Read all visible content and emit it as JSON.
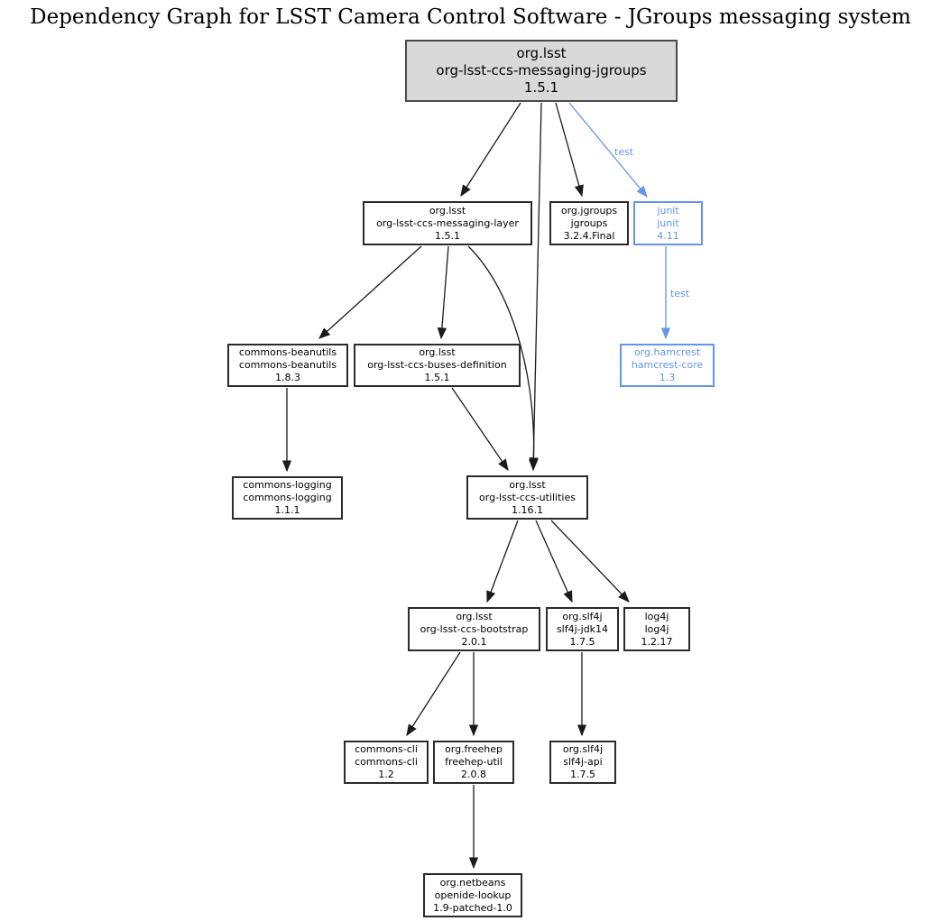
{
  "title": "Dependency Graph for LSST Camera Control Software - JGroups messaging system",
  "colors": {
    "test_scope": "#6495ed",
    "edge": "#1a1a1a",
    "node_fill": "#ffffff",
    "root_fill": "#d9d9d9"
  },
  "nodes": {
    "messaging_jgroups": {
      "group": "org.lsst",
      "artifact": "org-lsst-ccs-messaging-jgroups",
      "version": "1.5.1"
    },
    "messaging_layer": {
      "group": "org.lsst",
      "artifact": "org-lsst-ccs-messaging-layer",
      "version": "1.5.1"
    },
    "jgroups": {
      "group": "org.jgroups",
      "artifact": "jgroups",
      "version": "3.2.4.Final"
    },
    "junit": {
      "group": "junit",
      "artifact": "junit",
      "version": "4.11"
    },
    "hamcrest_core": {
      "group": "org.hamcrest",
      "artifact": "hamcrest-core",
      "version": "1.3"
    },
    "commons_beanutils": {
      "group": "commons-beanutils",
      "artifact": "commons-beanutils",
      "version": "1.8.3"
    },
    "buses_definition": {
      "group": "org.lsst",
      "artifact": "org-lsst-ccs-buses-definition",
      "version": "1.5.1"
    },
    "commons_logging": {
      "group": "commons-logging",
      "artifact": "commons-logging",
      "version": "1.1.1"
    },
    "utilities": {
      "group": "org.lsst",
      "artifact": "org-lsst-ccs-utilities",
      "version": "1.16.1"
    },
    "bootstrap": {
      "group": "org.lsst",
      "artifact": "org-lsst-ccs-bootstrap",
      "version": "2.0.1"
    },
    "slf4j_jdk14": {
      "group": "org.slf4j",
      "artifact": "slf4j-jdk14",
      "version": "1.7.5"
    },
    "log4j": {
      "group": "log4j",
      "artifact": "log4j",
      "version": "1.2.17"
    },
    "commons_cli": {
      "group": "commons-cli",
      "artifact": "commons-cli",
      "version": "1.2"
    },
    "freehep_util": {
      "group": "org.freehep",
      "artifact": "freehep-util",
      "version": "2.0.8"
    },
    "slf4j_api": {
      "group": "org.slf4j",
      "artifact": "slf4j-api",
      "version": "1.7.5"
    },
    "openide_lookup": {
      "group": "org.netbeans",
      "artifact": "openide-lookup",
      "version": "1.9-patched-1.0"
    }
  },
  "edge_labels": {
    "root_to_junit": "test",
    "junit_to_hamcrest": "test"
  },
  "edges": [
    {
      "from": "org-lsst-ccs-messaging-jgroups",
      "to": "org-lsst-ccs-messaging-layer"
    },
    {
      "from": "org-lsst-ccs-messaging-jgroups",
      "to": "jgroups"
    },
    {
      "from": "org-lsst-ccs-messaging-jgroups",
      "to": "junit",
      "label": "test"
    },
    {
      "from": "org-lsst-ccs-messaging-jgroups",
      "to": "org-lsst-ccs-utilities"
    },
    {
      "from": "junit",
      "to": "hamcrest-core",
      "label": "test"
    },
    {
      "from": "org-lsst-ccs-messaging-layer",
      "to": "commons-beanutils"
    },
    {
      "from": "org-lsst-ccs-messaging-layer",
      "to": "org-lsst-ccs-buses-definition"
    },
    {
      "from": "org-lsst-ccs-messaging-layer",
      "to": "org-lsst-ccs-utilities"
    },
    {
      "from": "commons-beanutils",
      "to": "commons-logging"
    },
    {
      "from": "org-lsst-ccs-buses-definition",
      "to": "org-lsst-ccs-utilities"
    },
    {
      "from": "org-lsst-ccs-utilities",
      "to": "org-lsst-ccs-bootstrap"
    },
    {
      "from": "org-lsst-ccs-utilities",
      "to": "slf4j-jdk14"
    },
    {
      "from": "org-lsst-ccs-utilities",
      "to": "log4j"
    },
    {
      "from": "org-lsst-ccs-bootstrap",
      "to": "commons-cli"
    },
    {
      "from": "org-lsst-ccs-bootstrap",
      "to": "freehep-util"
    },
    {
      "from": "slf4j-jdk14",
      "to": "slf4j-api"
    },
    {
      "from": "freehep-util",
      "to": "openide-lookup"
    }
  ]
}
